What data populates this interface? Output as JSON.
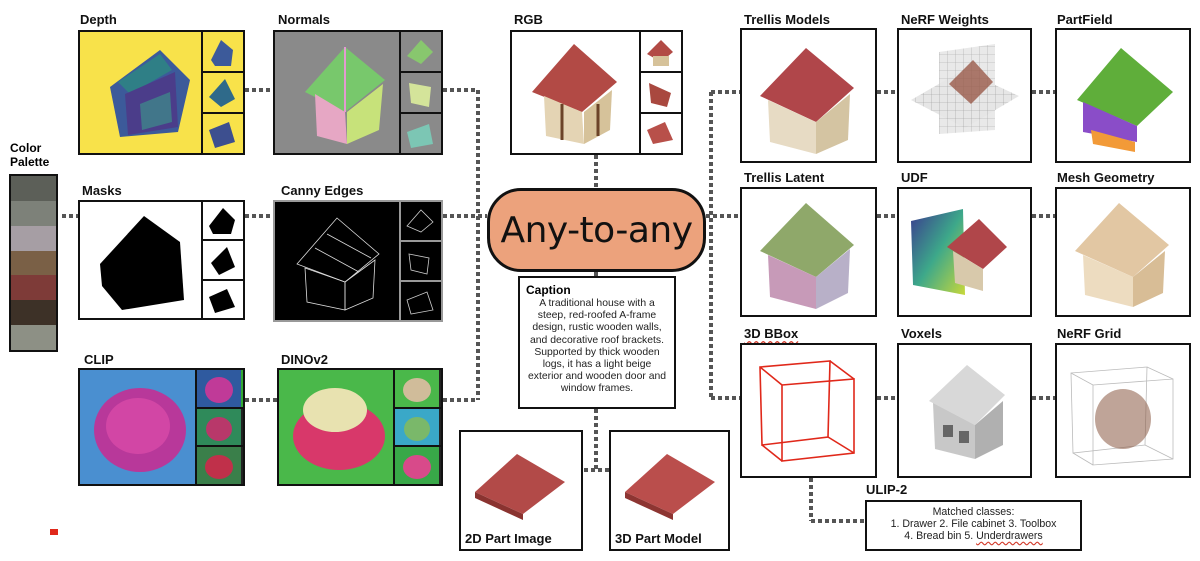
{
  "center": {
    "label": "Any-to-any"
  },
  "color_palette": {
    "label": "Color\nPalette",
    "swatches": [
      "#5c5f58",
      "#7d8179",
      "#a69ea4",
      "#7a6046",
      "#7e3b38",
      "#3d3127",
      "#8d9085"
    ]
  },
  "panels": {
    "depth": "Depth",
    "normals": "Normals",
    "rgb": "RGB",
    "trellis_models": "Trellis Models",
    "nerf_weights": "NeRF Weights",
    "partfield": "PartField",
    "masks": "Masks",
    "canny_edges": "Canny Edges",
    "trellis_latent": "Trellis Latent",
    "udf": "UDF",
    "mesh_geometry": "Mesh Geometry",
    "clip": "CLIP",
    "dinov2": "DINOv2",
    "bbox_3d": "3D BBox",
    "voxels": "Voxels",
    "nerf_grid": "NeRF Grid",
    "part_image_2d": "2D Part Image",
    "part_model_3d": "3D Part Model",
    "ulip2": "ULIP-2"
  },
  "caption": {
    "title": "Caption",
    "text": "A traditional house with a steep, red-roofed A-frame design, rustic wooden walls, and decorative roof brackets. Supported by thick wooden logs, it has a light beige exterior and wooden door and window frames."
  },
  "ulip": {
    "line1": "Matched classes:",
    "line2": "1. Drawer  2. File cabinet  3. Toolbox",
    "line3a": "4. Bread bin 5. ",
    "line3b": "Underdrawers"
  },
  "colors": {
    "accent_orange": "#eca27c",
    "depth_bg": "#f8e24a",
    "normals_bg": "#8a8a8a",
    "bbox_red": "#e0281a"
  },
  "icons": [
    "house-render",
    "house-thumbnail",
    "roof-part-render",
    "bbox-cube-icon"
  ]
}
